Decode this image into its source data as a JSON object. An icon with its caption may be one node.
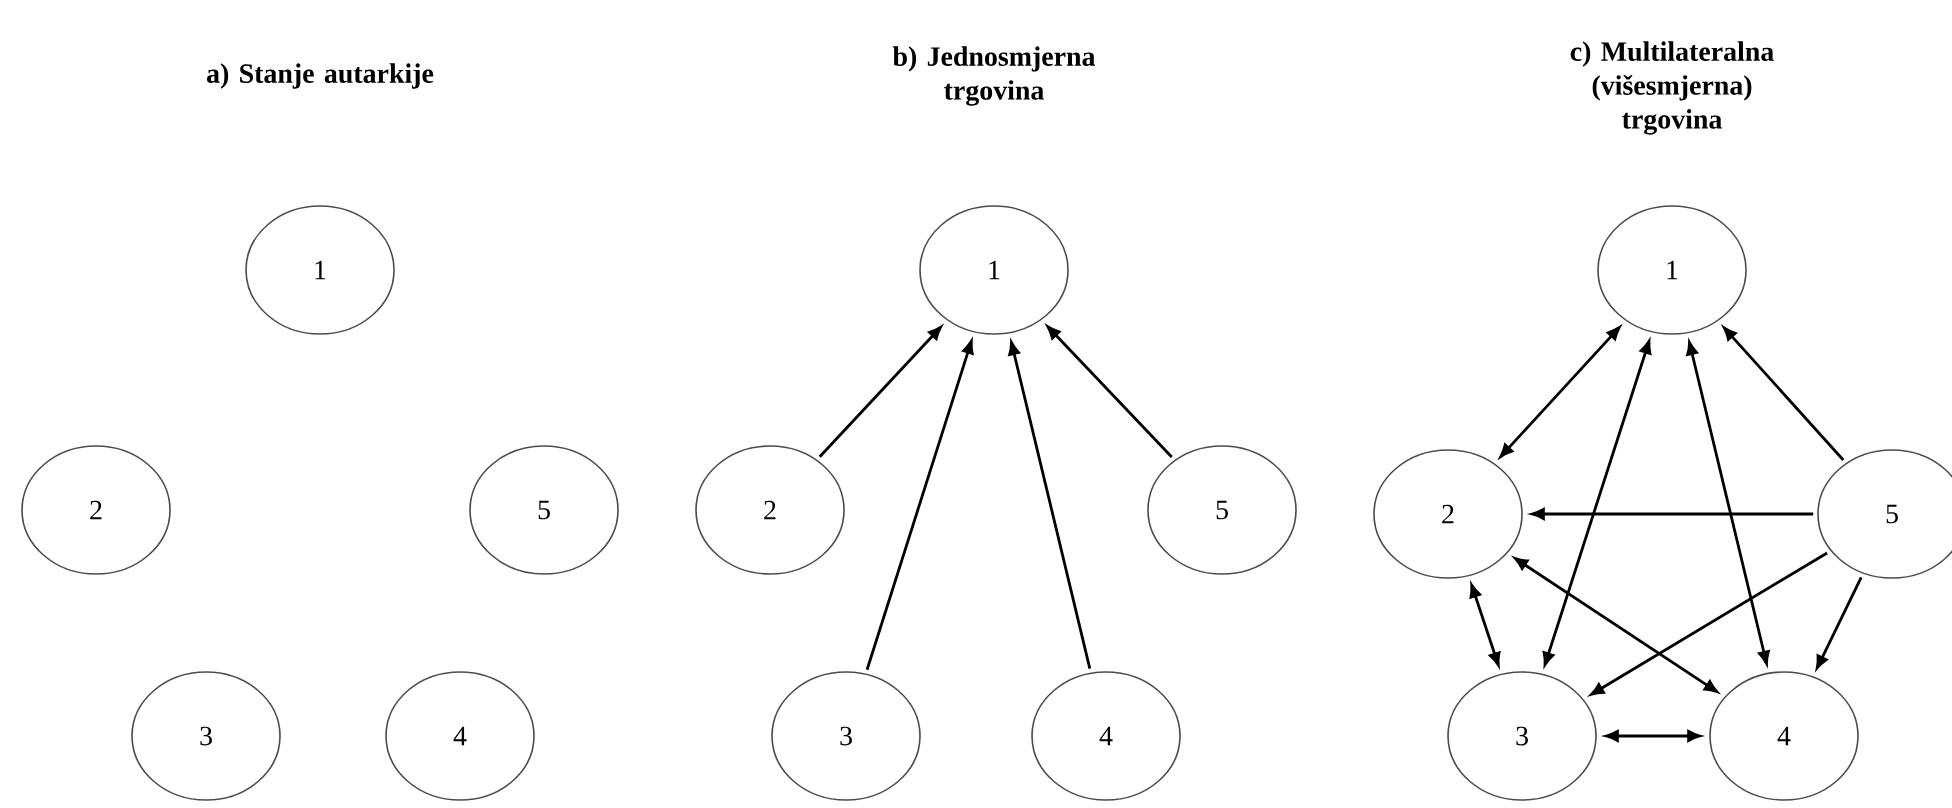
{
  "diagram": {
    "nodes": [
      {
        "text": [
          "1"
        ]
      },
      {
        "text": [
          "2"
        ]
      },
      {
        "text": [
          "5"
        ]
      },
      {
        "text": [
          "3"
        ]
      },
      {
        "text": [
          "4"
        ]
      },
      {
        "text": [
          "1"
        ]
      },
      {
        "text": [
          "2"
        ]
      },
      {
        "text": [
          "5"
        ]
      },
      {
        "text": [
          "3"
        ]
      },
      {
        "text": [
          "4"
        ]
      },
      {
        "text": [
          "1"
        ]
      },
      {
        "text": [
          "2"
        ]
      },
      {
        "text": [
          "5"
        ]
      },
      {
        "text": [
          "3"
        ]
      },
      {
        "text": [
          "4"
        ]
      }
    ],
    "edges": [
      {
        "from": 6,
        "to": 5,
        "arrow": "to"
      },
      {
        "from": 8,
        "to": 5,
        "arrow": "to"
      },
      {
        "from": 9,
        "to": 5,
        "arrow": "to"
      },
      {
        "from": 7,
        "to": 5,
        "arrow": "to"
      },
      {
        "from": 10,
        "to": 11,
        "arrow": "both"
      },
      {
        "from": 10,
        "to": 13,
        "arrow": "both"
      },
      {
        "from": 10,
        "to": 14,
        "arrow": "both"
      },
      {
        "from": 12,
        "to": 10,
        "arrow": "to"
      },
      {
        "from": 12,
        "to": 11,
        "arrow": "to"
      },
      {
        "from": 12,
        "to": 13,
        "arrow": "to"
      },
      {
        "from": 12,
        "to": 14,
        "arrow": "to"
      },
      {
        "from": 11,
        "to": 13,
        "arrow": "both"
      },
      {
        "from": 11,
        "to": 14,
        "arrow": "both"
      },
      {
        "from": 13,
        "to": 14,
        "arrow": "both"
      }
    ],
    "labels": [
      "a) Stanje autarkije",
      "b) Jednosmjerna trgovina",
      "c) Multilateralna (višesmjerna) trgovina"
    ]
  }
}
